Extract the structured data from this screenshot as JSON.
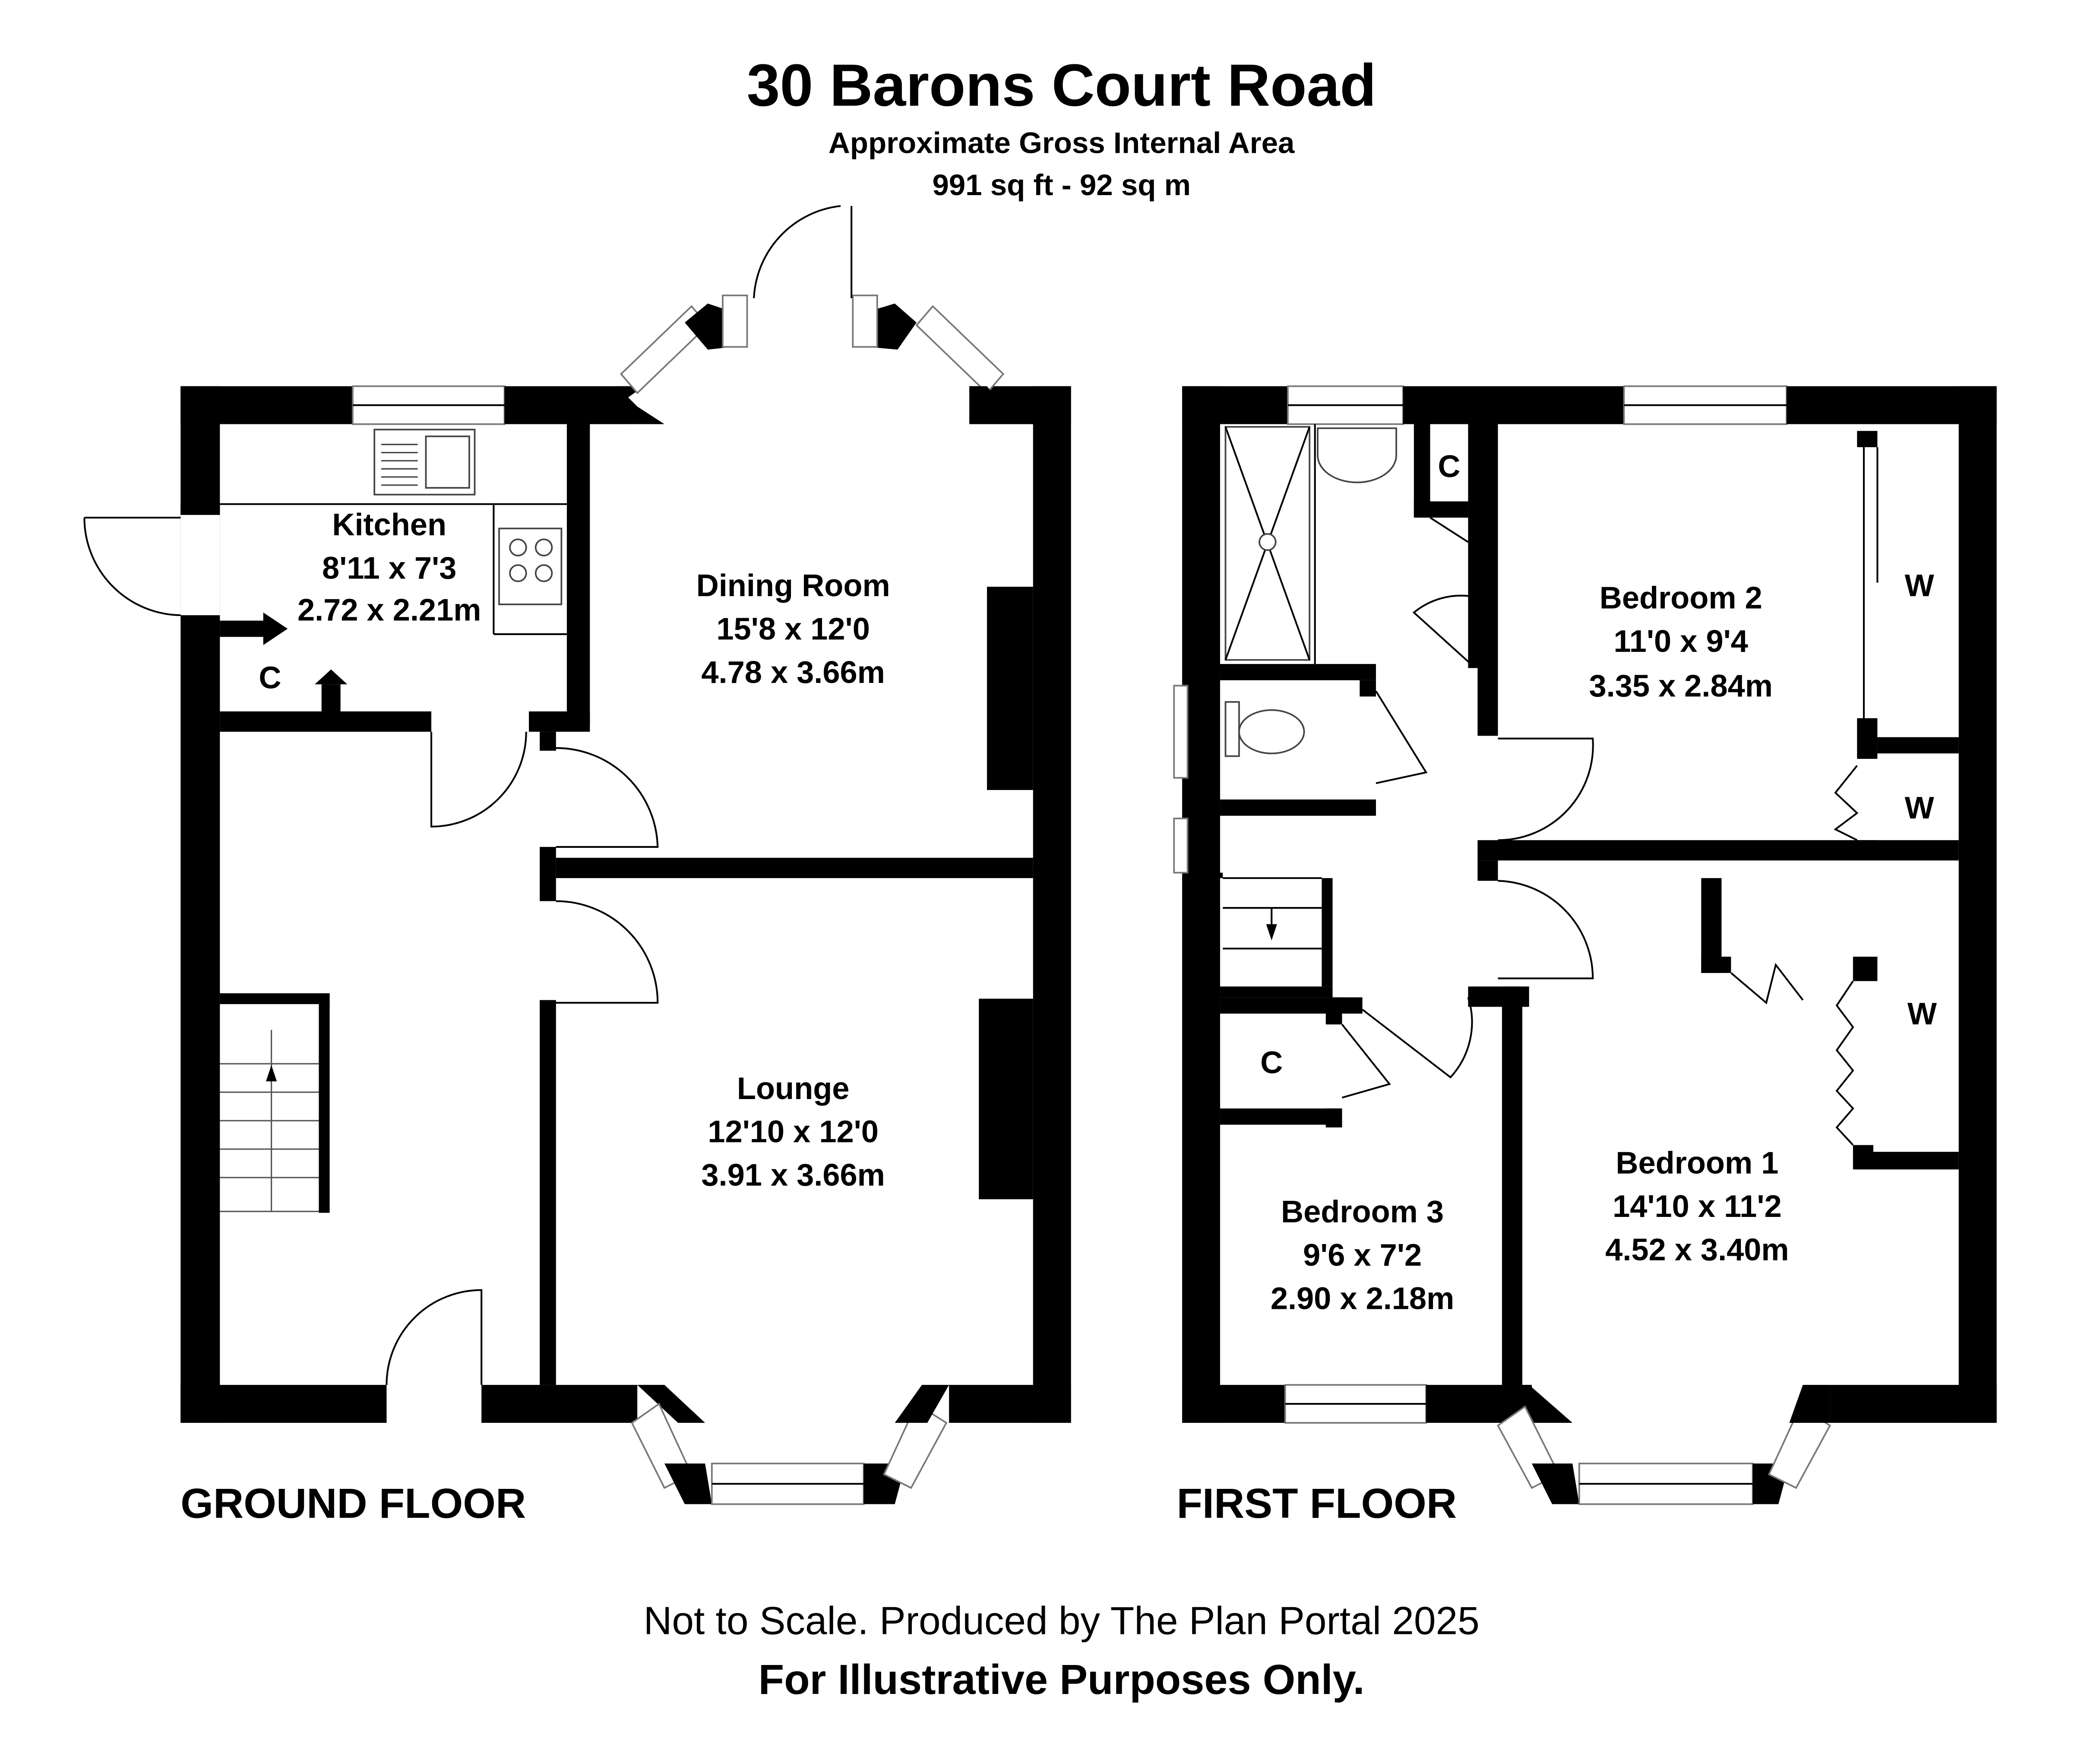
{
  "header": {
    "title": "30 Barons Court Road",
    "subtitle": "Approximate Gross Internal Area",
    "area": "991 sq ft - 92 sq m"
  },
  "ground_floor": {
    "label": "GROUND FLOOR",
    "rooms": [
      {
        "name": "Kitchen",
        "imperial": "8'11 x 7'3",
        "metric": "2.72 x 2.21m"
      },
      {
        "name": "Dining Room",
        "imperial": "15'8 x 12'0",
        "metric": "4.78 x 3.66m"
      },
      {
        "name": "Lounge",
        "imperial": "12'10 x 12'0",
        "metric": "3.91 x 3.66m"
      }
    ],
    "cupboard": "C"
  },
  "first_floor": {
    "label": "FIRST FLOOR",
    "rooms": [
      {
        "name": "Bedroom 2",
        "imperial": "11'0 x 9'4",
        "metric": "3.35 x 2.84m"
      },
      {
        "name": "Bedroom 3",
        "imperial": "9'6 x 7'2",
        "metric": "2.90 x 2.18m"
      },
      {
        "name": "Bedroom 1",
        "imperial": "14'10 x 11'2",
        "metric": "4.52 x 3.40m"
      }
    ],
    "cupboard_top": "C",
    "cupboard_landing": "C",
    "wardrobe_b2_main": "W",
    "wardrobe_b2_small": "W",
    "wardrobe_b1": "W"
  },
  "footer": {
    "line1": "Not to Scale. Produced by The Plan Portal 2025",
    "line2": "For Illustrative Purposes Only."
  }
}
